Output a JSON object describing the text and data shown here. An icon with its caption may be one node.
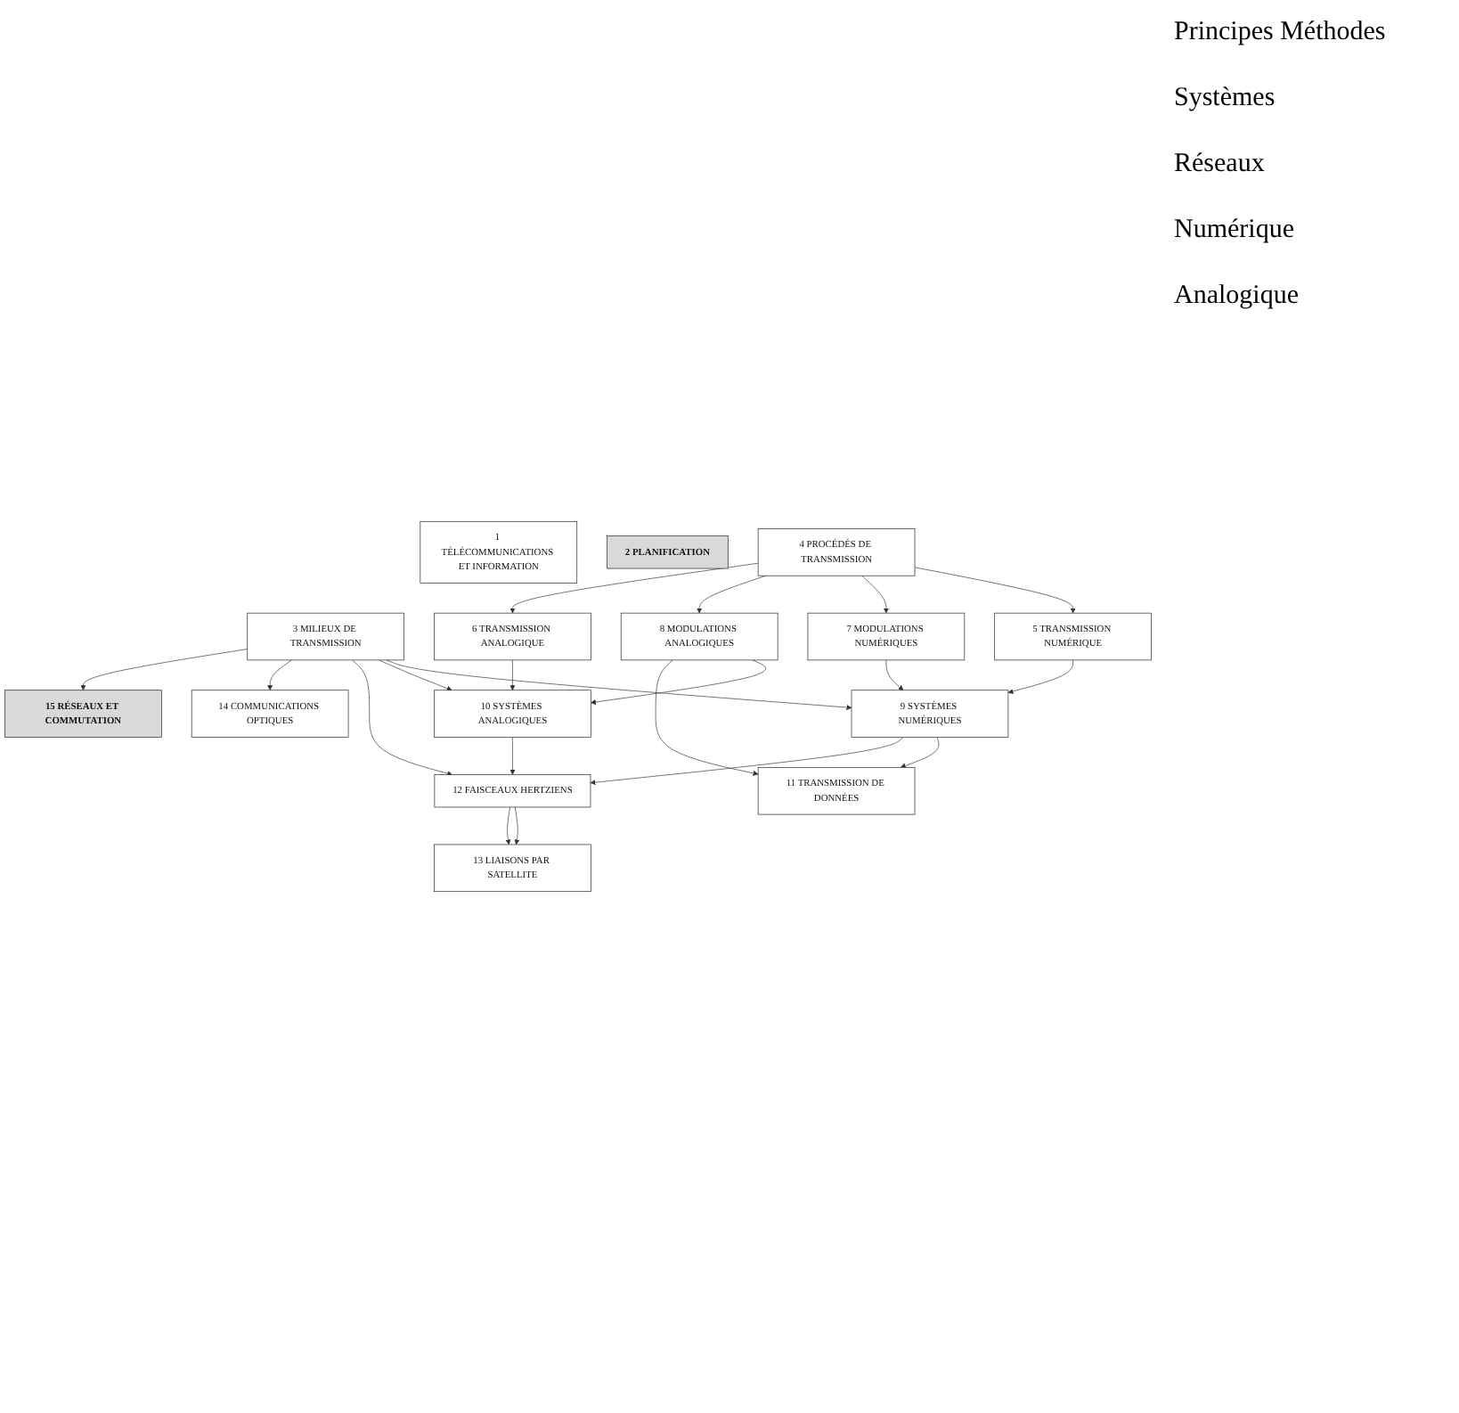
{
  "diagram": {
    "nodes": [
      {
        "text": [
          "1 TÉLÉCOMMUNICATIONS ET INFORMATION"
        ]
      },
      {
        "text": [
          "2 PLANIFICATION"
        ]
      },
      {
        "text": [
          "3 MILIEUX DE TRANSMISSION"
        ]
      },
      {
        "text": [
          "4 PROCÉDÉS DE TRANSMISSION"
        ]
      },
      {
        "text": [
          "5 TRANSMISSION NUMÉRIQUE"
        ]
      },
      {
        "text": [
          "6 TRANSMISSION ANALOGIQUE"
        ]
      },
      {
        "text": [
          "7 MODULATIONS NUMÉRIQUES"
        ]
      },
      {
        "text": [
          "8 MODULATIONS ANALOGIQUES"
        ]
      },
      {
        "text": [
          "9 SYSTÈMES NUMÉRIQUES"
        ]
      },
      {
        "text": [
          "10 SYSTÈMES ANALOGIQUES"
        ]
      },
      {
        "text": [
          "11 TRANSMISSION DE DONNÉES"
        ]
      },
      {
        "text": [
          "12 FAISCEAUX HERTZIENS"
        ]
      },
      {
        "text": [
          "13 LIAISONS PAR SATELLITE"
        ]
      },
      {
        "text": [
          "14 COMMUNICATIONS OPTIQUES"
        ]
      },
      {
        "text": [
          "15 RÉSEAUX ET COMMUTATION"
        ]
      }
    ],
    "edges": [
      {
        "from": 3,
        "to": 4,
        "arrow": "to"
      },
      {
        "from": 3,
        "to": 6,
        "arrow": "to"
      },
      {
        "from": 3,
        "to": 7,
        "arrow": "to"
      },
      {
        "from": 3,
        "to": 5,
        "arrow": "to"
      },
      {
        "from": 4,
        "to": 8,
        "arrow": "to"
      },
      {
        "from": 6,
        "to": 8,
        "arrow": "to"
      },
      {
        "from": 7,
        "to": 9,
        "arrow": "to"
      },
      {
        "from": 5,
        "to": 9,
        "arrow": "to"
      },
      {
        "from": 7,
        "to": 10,
        "arrow": "to"
      },
      {
        "from": 2,
        "to": 8,
        "arrow": "to"
      },
      {
        "from": 2,
        "to": 9,
        "arrow": "to"
      },
      {
        "from": 8,
        "to": 10,
        "arrow": "to"
      },
      {
        "from": 8,
        "to": 11,
        "arrow": "to"
      },
      {
        "from": 9,
        "to": 11,
        "arrow": "to"
      },
      {
        "from": 2,
        "to": 11,
        "arrow": "to"
      },
      {
        "from": 11,
        "to": 12,
        "arrow": "to"
      },
      {
        "from": 11,
        "to": 12,
        "arrow": "to"
      },
      {
        "from": 2,
        "to": 13,
        "arrow": "to"
      },
      {
        "from": 2,
        "to": 14,
        "arrow": "to"
      }
    ],
    "labels": [
      "Principes Méthodes",
      "Systèmes",
      "Réseaux",
      "Numérique",
      "Analogique"
    ]
  }
}
